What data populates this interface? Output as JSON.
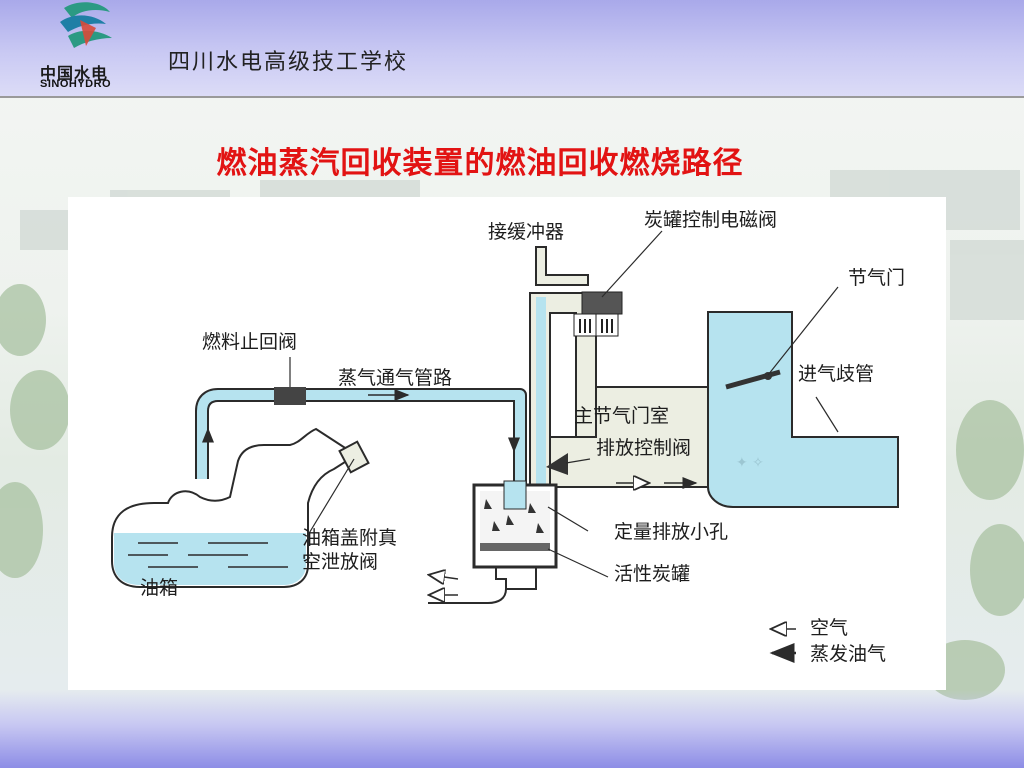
{
  "header": {
    "logo_cn": "中国水电",
    "logo_en": "SINOHYDRO",
    "school_name": "四川水电高级技工学校",
    "band_color": "#b8b8ee"
  },
  "slide": {
    "title": "燃油蒸汽回收装置的燃油回收燃烧路径",
    "title_color": "#e21313"
  },
  "diagram": {
    "labels": {
      "buffer": "接缓冲器",
      "solenoid": "炭罐控制电磁阀",
      "throttle": "节气门",
      "check_valve": "燃料止回阀",
      "vapor_pipe": "蒸气通气管路",
      "intake_manifold": "进气歧管",
      "throttle_chamber": "主节气门室",
      "purge_valve": "排放控制阀",
      "fixed_orifice": "定量排放小孔",
      "cap_line1": "油箱盖附真",
      "cap_line2": "空泄放阀",
      "canister": "活性炭罐",
      "tank": "油箱"
    },
    "legend": {
      "air": "空气",
      "vapor": "蒸发油气"
    },
    "colors": {
      "fluid": "#b6e3ef",
      "chamber": "#eceee2",
      "line": "#2b2b2b"
    }
  }
}
